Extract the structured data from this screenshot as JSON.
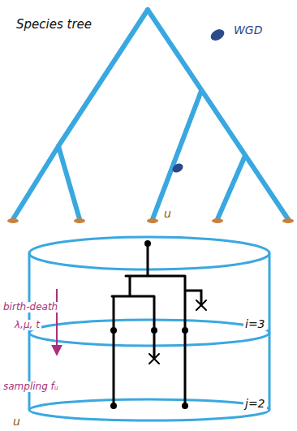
{
  "diagram": {
    "labels": [
      "Species tree",
      "WGD",
      "u",
      "birth-death",
      "λ,μ, t",
      "i=3",
      "sampling fᵤ",
      "u",
      "j=2"
    ]
  }
}
